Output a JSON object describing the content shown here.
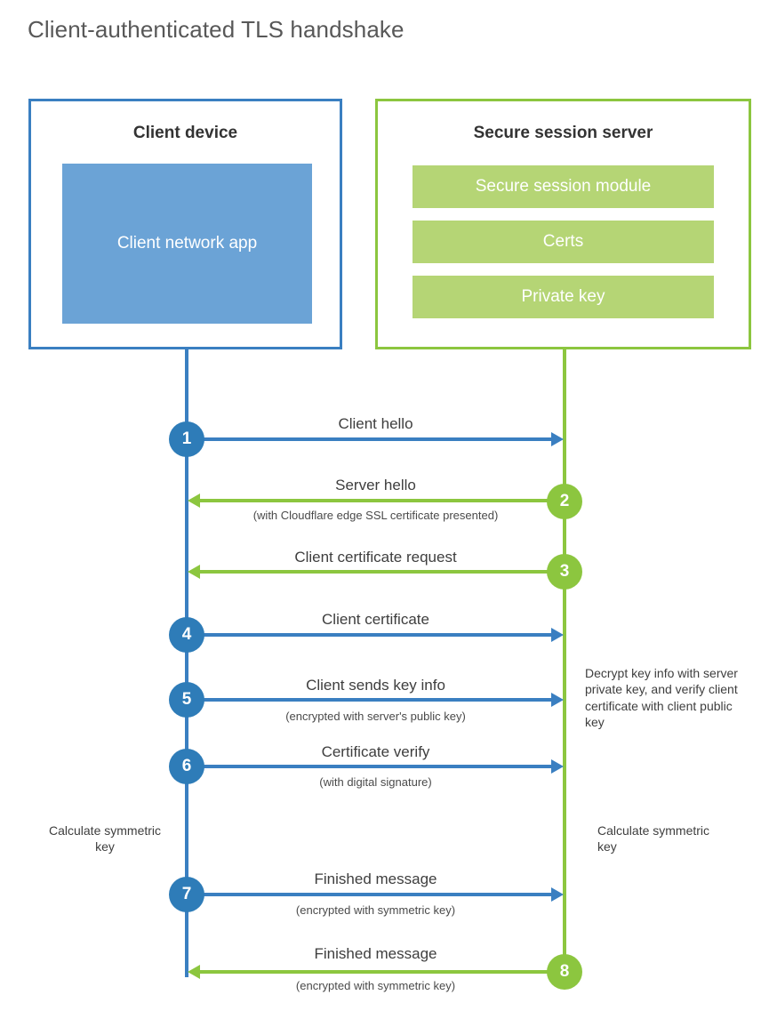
{
  "page": {
    "title": "Client-authenticated TLS handshake"
  },
  "colors": {
    "client_blue": "#3a7fc1",
    "client_circle_blue": "#2e7cb8",
    "client_app_blue": "#6ba3d6",
    "server_green": "#8cc63f",
    "server_bar_green": "#b5d575",
    "title_gray": "#585858",
    "text_gray": "#3e3e3e",
    "background": "#ffffff"
  },
  "client": {
    "title": "Client device",
    "app_label": "Client network app"
  },
  "server": {
    "title": "Secure session server",
    "components": [
      {
        "label": "Secure session module"
      },
      {
        "label": "Certs"
      },
      {
        "label": "Private key"
      }
    ]
  },
  "steps": [
    {
      "number": "1",
      "label": "Client hello",
      "sub": "",
      "direction": "client-to-server",
      "color": "blue"
    },
    {
      "number": "2",
      "label": "Server hello",
      "sub": "(with Cloudflare edge SSL certificate presented)",
      "direction": "server-to-client",
      "color": "green"
    },
    {
      "number": "3",
      "label": "Client certificate request",
      "sub": "",
      "direction": "server-to-client",
      "color": "green"
    },
    {
      "number": "4",
      "label": "Client certificate",
      "sub": "",
      "direction": "client-to-server",
      "color": "blue"
    },
    {
      "number": "5",
      "label": "Client sends key info",
      "sub": "(encrypted with server's public key)",
      "direction": "client-to-server",
      "color": "blue"
    },
    {
      "number": "6",
      "label": "Certificate verify",
      "sub": "(with digital signature)",
      "direction": "client-to-server",
      "color": "blue"
    },
    {
      "number": "7",
      "label": "Finished message",
      "sub": "(encrypted with symmetric key)",
      "direction": "client-to-server",
      "color": "blue"
    },
    {
      "number": "8",
      "label": "Finished message",
      "sub": "(encrypted with symmetric key)",
      "direction": "server-to-client",
      "color": "green"
    }
  ],
  "notes": {
    "server_decrypt": "Decrypt key info with server private key, and verify client certificate with client public key",
    "client_calculate": "Calculate symmetric key",
    "server_calculate": "Calculate symmetric key"
  }
}
